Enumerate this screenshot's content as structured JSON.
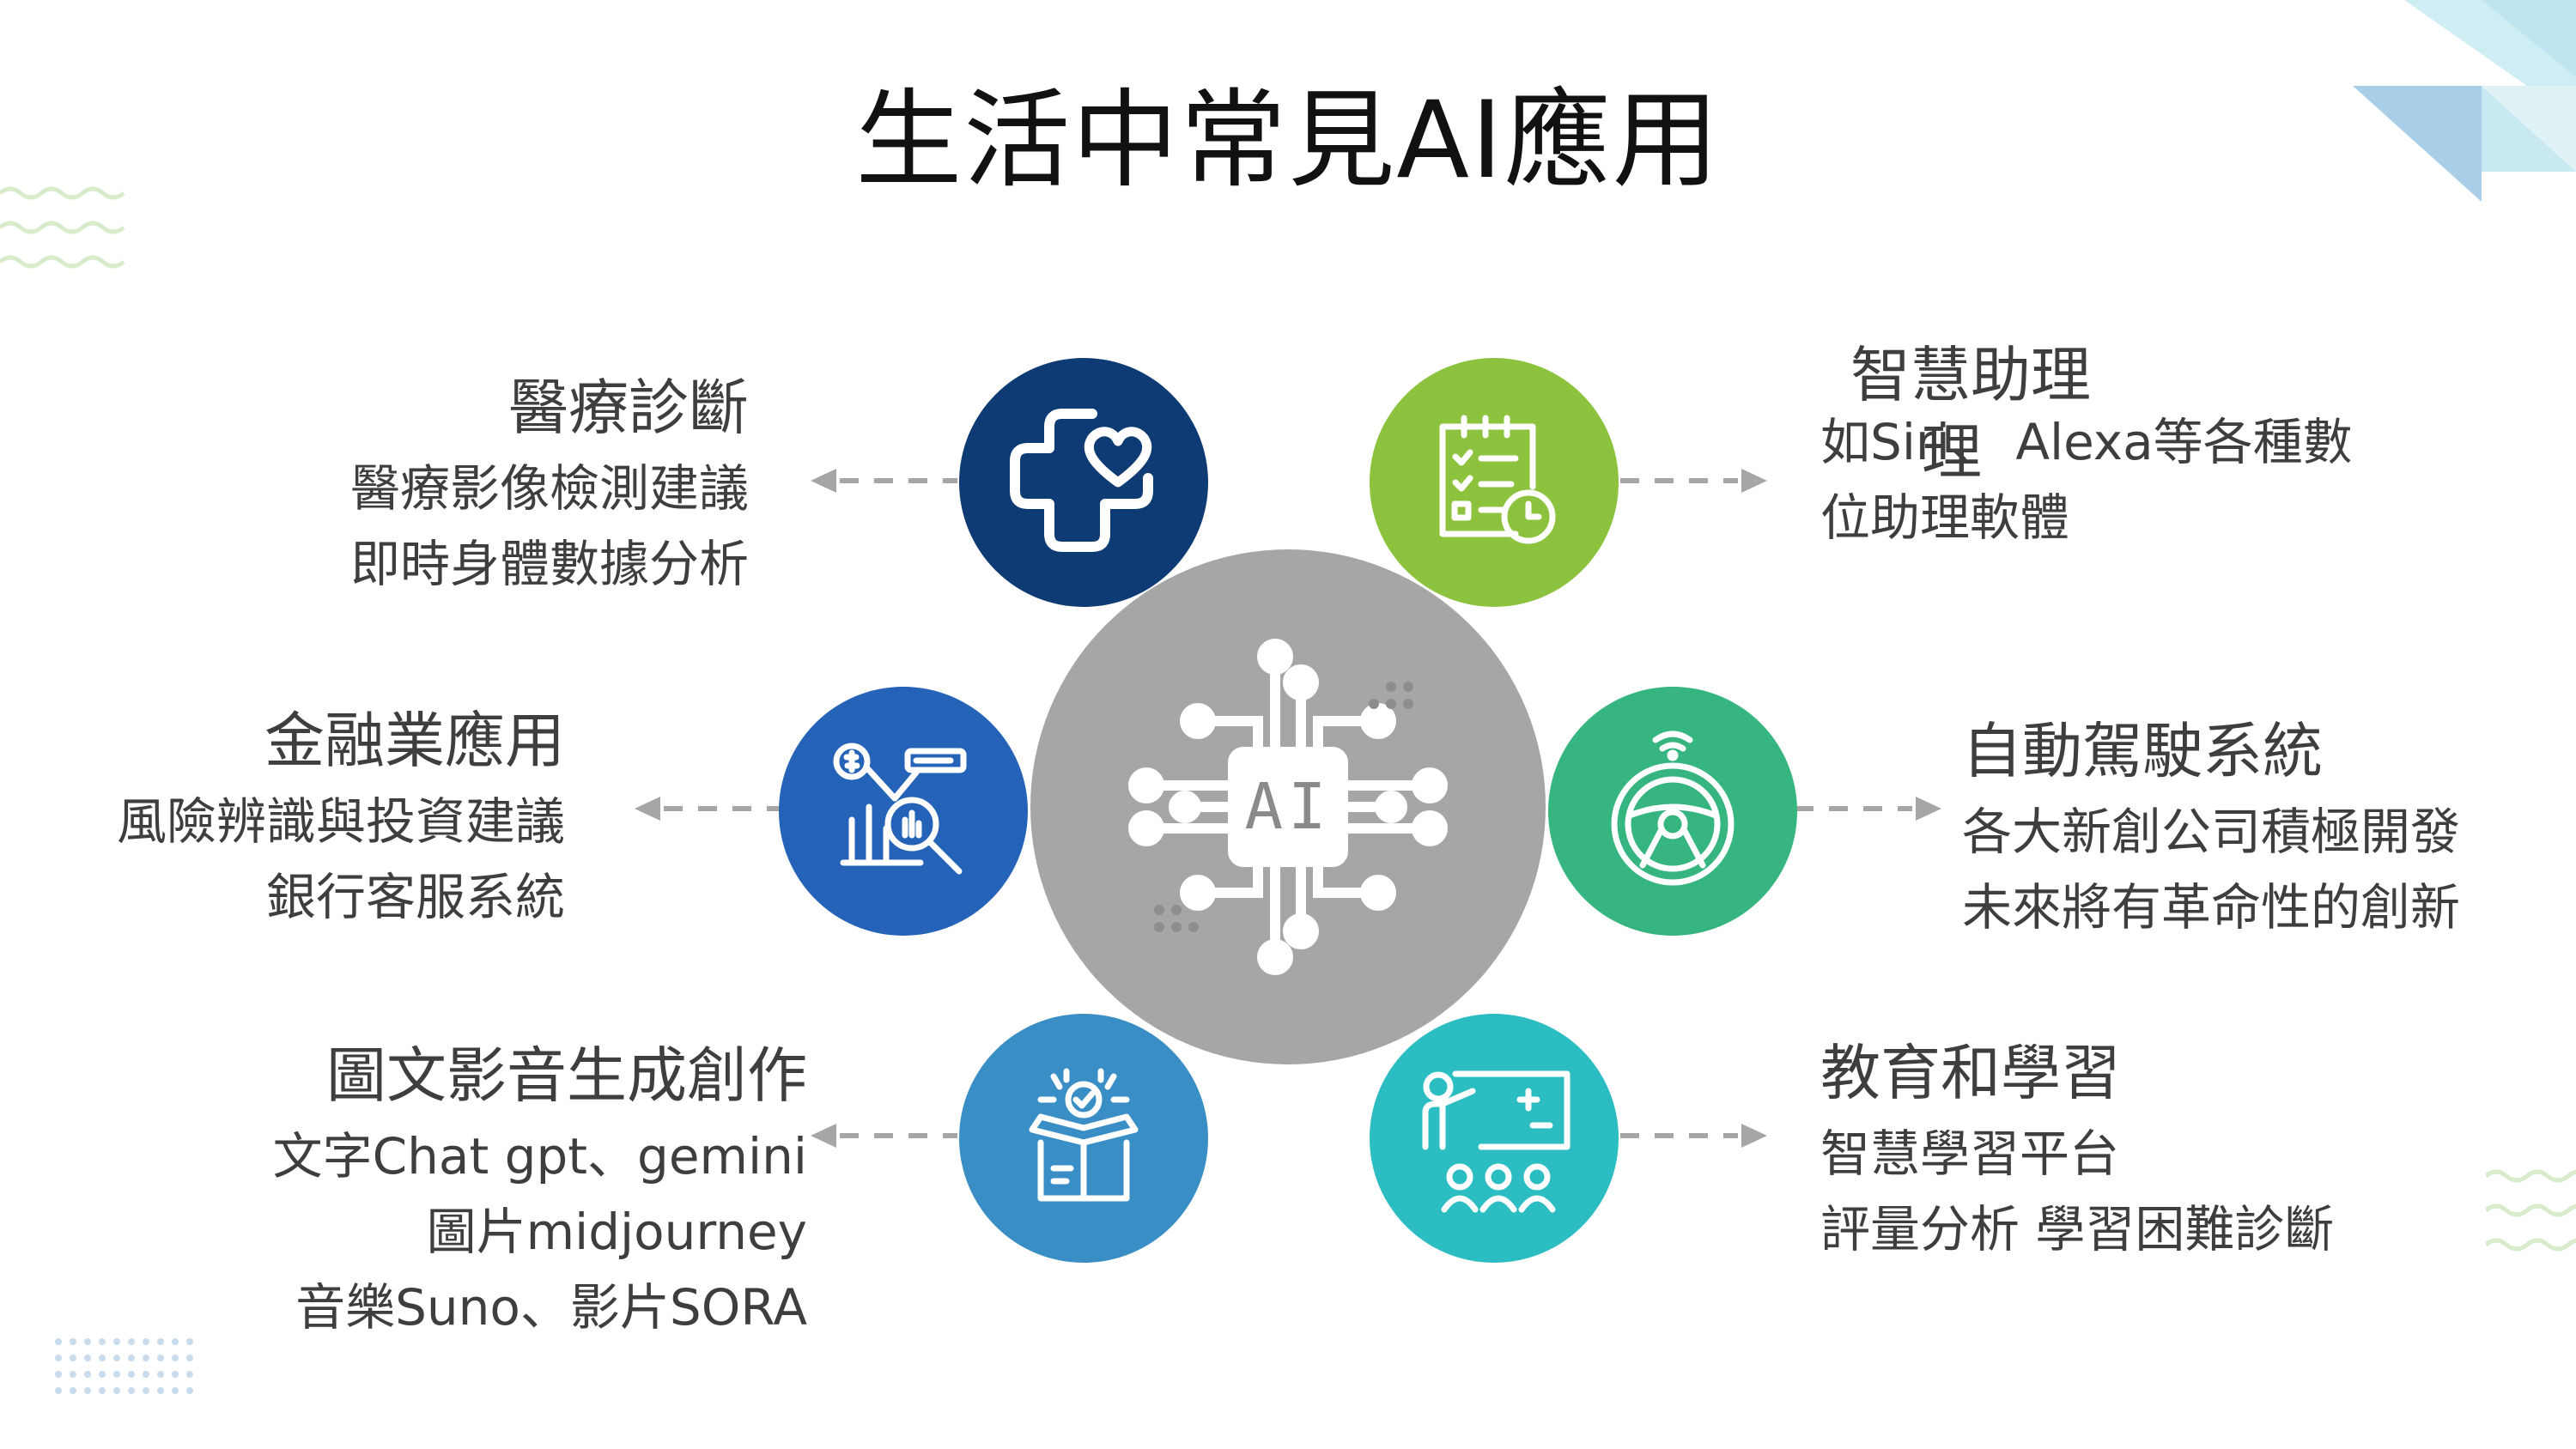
{
  "title": "生活中常見AI應用",
  "center": {
    "label": "AI",
    "color": "#a6a6a6"
  },
  "nodes": [
    {
      "id": "medical",
      "icon": "medical-cross-heart-icon",
      "color": "#0e3b73",
      "heading": "醫療診斷",
      "lines": [
        "醫療影像檢測建議",
        "即時身體數據分析"
      ]
    },
    {
      "id": "finance",
      "icon": "finance-analytics-icon",
      "color": "#2563b8",
      "heading": "金融業應用",
      "lines": [
        "風險辨識與投資建議",
        "銀行客服系統"
      ]
    },
    {
      "id": "generative",
      "icon": "gift-box-icon",
      "color": "#3a8ec6",
      "heading": "圖文影音生成創作",
      "lines": [
        "文字Chat  gpt、gemini",
        "圖片midjourney",
        "音樂Suno、影片SORA"
      ]
    },
    {
      "id": "assistant",
      "icon": "clipboard-checklist-icon",
      "color": "#8dc23f",
      "heading": "智慧助理",
      "heading_overlap": "理",
      "lines": [
        "如Siri、 Alexa等各種數",
        "位助理軟體"
      ]
    },
    {
      "id": "driving",
      "icon": "steering-wheel-icon",
      "color": "#37b580",
      "heading": "自動駕駛系統",
      "lines": [
        "各大新創公司積極開發",
        "未來將有革命性的創新"
      ]
    },
    {
      "id": "education",
      "icon": "teacher-board-icon",
      "color": "#2bbdc1",
      "heading": "教育和學習",
      "lines": [
        "智慧學習平台",
        "評量分析  學習困難診斷"
      ]
    }
  ],
  "palette": {
    "arrow": "#a6a6a6",
    "deco_triangle_light": "#cfeef3",
    "deco_triangle_dark": "#a9d8ea",
    "deco_wave": "#d8eccb",
    "deco_dots": "#c9dced"
  }
}
